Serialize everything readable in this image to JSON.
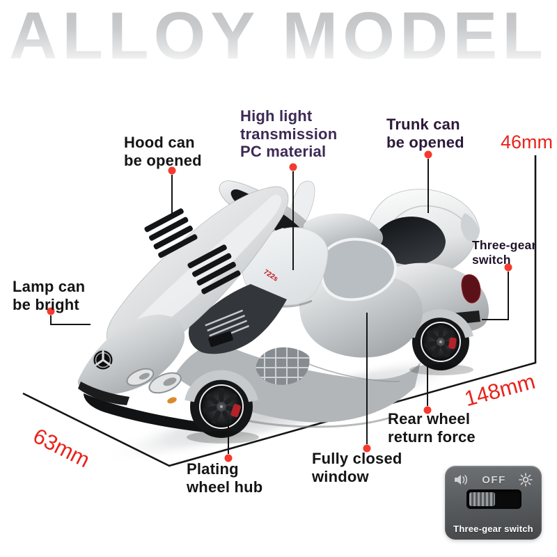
{
  "title": "ALLOY MODEL",
  "callouts": {
    "hood": "Hood can\nbe opened",
    "pc_material": "High light\ntransmission\nPC material",
    "trunk": "Trunk can\nbe opened",
    "lamp": "Lamp can\nbe bright",
    "three_gear": "Three-gear\nswitch",
    "rear_wheel": "Rear wheel\nreturn force",
    "window": "Fully closed\nwindow",
    "wheel_hub": "Plating\nwheel hub"
  },
  "measurements": {
    "height": "46mm",
    "length": "148mm",
    "width": "63mm"
  },
  "car": {
    "badge": "722s"
  },
  "switch_panel": {
    "off": "OFF",
    "caption": "Three-gear switch",
    "icons": [
      "speaker-icon",
      "light-icon"
    ]
  },
  "colors": {
    "accent_red": "#e9231c",
    "dot_red": "#f5392e",
    "label_ink": "#141414",
    "label_purple": "#3e2a55",
    "label_dark_purple": "#2c1a3a",
    "body_silver": "#d3d6d8",
    "panel_gray": "#595c5f"
  }
}
